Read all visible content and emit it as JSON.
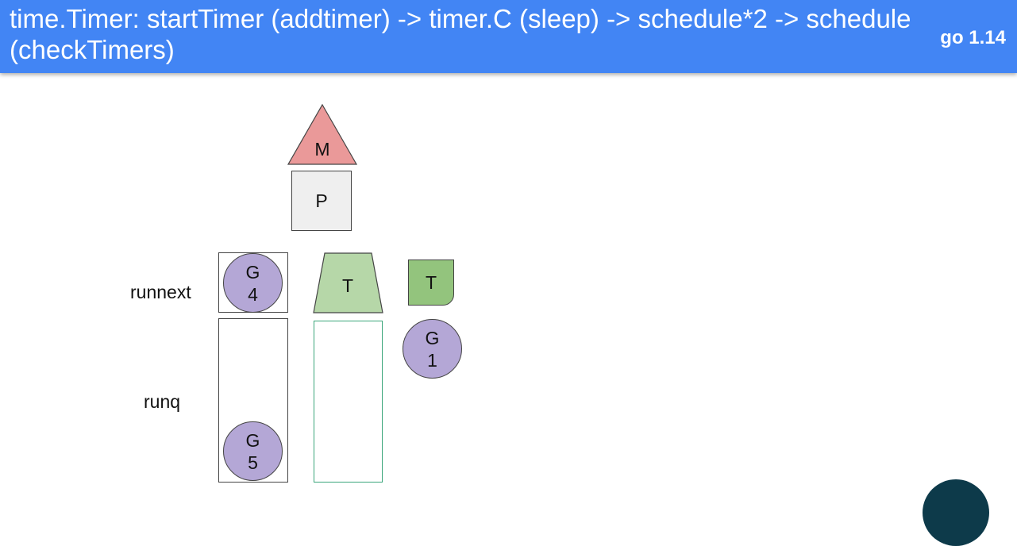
{
  "header": {
    "title": "time.Timer: startTimer (addtimer) -> timer.C (sleep) -> schedule*2 -> schedule (checkTimers)",
    "version": "go 1.14"
  },
  "labels": {
    "runnext": "runnext",
    "runq": "runq"
  },
  "machine": {
    "label": "M",
    "color": "#ea9999"
  },
  "processor": {
    "label": "P",
    "color": "#efefef"
  },
  "timers_heap": {
    "label": "T",
    "color": "#b6d7a8"
  },
  "timer": {
    "label": "T",
    "color": "#93c47d"
  },
  "goroutines": {
    "runnext": {
      "letter": "G",
      "id": "4"
    },
    "runq_tail": {
      "letter": "G",
      "id": "5"
    },
    "waiting": {
      "letter": "G",
      "id": "1"
    }
  },
  "colors": {
    "header": "#4285f4",
    "goroutine": "#b4a7d6",
    "timers_queue_border": "#3aa57a"
  }
}
